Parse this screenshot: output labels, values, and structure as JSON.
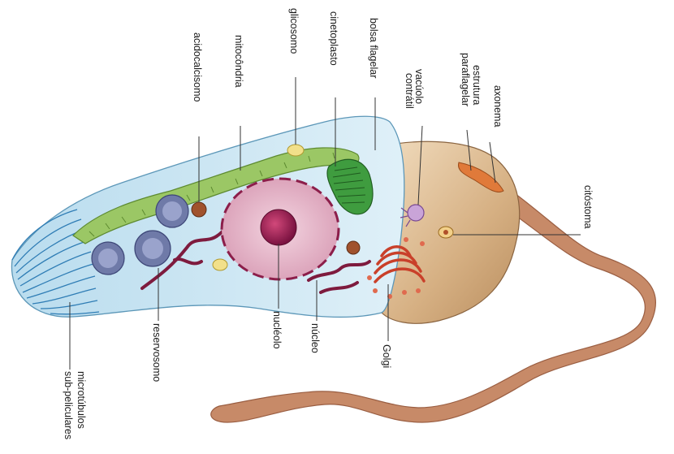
{
  "diagram": {
    "labels": {
      "glicosomo": "glicosomo",
      "cinetoplasto": "cinetoplasto",
      "bolsa_flagelar": "bolsa flagelar",
      "mitocondria": "mitocôndria",
      "acidocalcisomo": "acidocalcisomo",
      "vacuolo_line1": "vacúolo",
      "vacuolo_line2": "contrátil",
      "estrutura_line1": "estrutura",
      "estrutura_line2": "paraflagelar",
      "axonema": "axonema",
      "citostoma": "citóstoma",
      "microtubulos_line1": "microtúbulos",
      "microtubulos_line2": "sub-peliculares",
      "reservosomo": "reservosomo",
      "nucleolo": "nucléolo",
      "nucleo": "núcleo",
      "golgi": "Golgi"
    },
    "colors": {
      "cytoplasm": "#cfe8f4",
      "flagellar_pocket_body": "#d9b98f",
      "flagellum": "#c98f6c",
      "nucleus": "#e8bfcf",
      "nucleus_envelope": "#8c1e4a",
      "kinetoplast": "#3a9a3a",
      "mitochondrion": "#7db24a",
      "golgi": "#d0462c",
      "reservosome": "#6f7aa8",
      "microtubules": "#3f8fc4"
    }
  }
}
